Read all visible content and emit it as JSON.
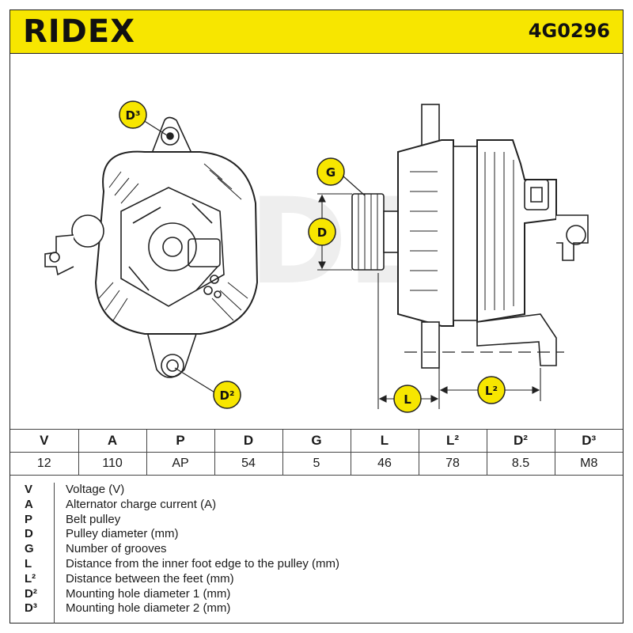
{
  "brand": {
    "logo_text": "RIDEX",
    "accent": "#f7e600"
  },
  "part_number": "4G0296",
  "watermark_text": "RIDEX",
  "callouts": {
    "d3": "D³",
    "g": "G",
    "d": "D",
    "d2": "D²",
    "l": "L",
    "l2": "L²"
  },
  "specs": {
    "headers": [
      "V",
      "A",
      "P",
      "D",
      "G",
      "L",
      "L²",
      "D²",
      "D³"
    ],
    "values": [
      "12",
      "110",
      "AP",
      "54",
      "5",
      "46",
      "78",
      "8.5",
      "M8"
    ]
  },
  "legend": [
    {
      "sym": "V",
      "text": "Voltage (V)"
    },
    {
      "sym": "A",
      "text": "Alternator charge current (A)"
    },
    {
      "sym": "P",
      "text": "Belt pulley"
    },
    {
      "sym": "D",
      "text": "Pulley diameter (mm)"
    },
    {
      "sym": "G",
      "text": "Number of grooves"
    },
    {
      "sym": "L",
      "text": "Distance from the inner foot edge to the pulley (mm)"
    },
    {
      "sym": "L²",
      "text": "Distance between the feet (mm)"
    },
    {
      "sym": "D²",
      "text": "Mounting hole diameter 1 (mm)"
    },
    {
      "sym": "D³",
      "text": "Mounting hole diameter 2 (mm)"
    }
  ]
}
